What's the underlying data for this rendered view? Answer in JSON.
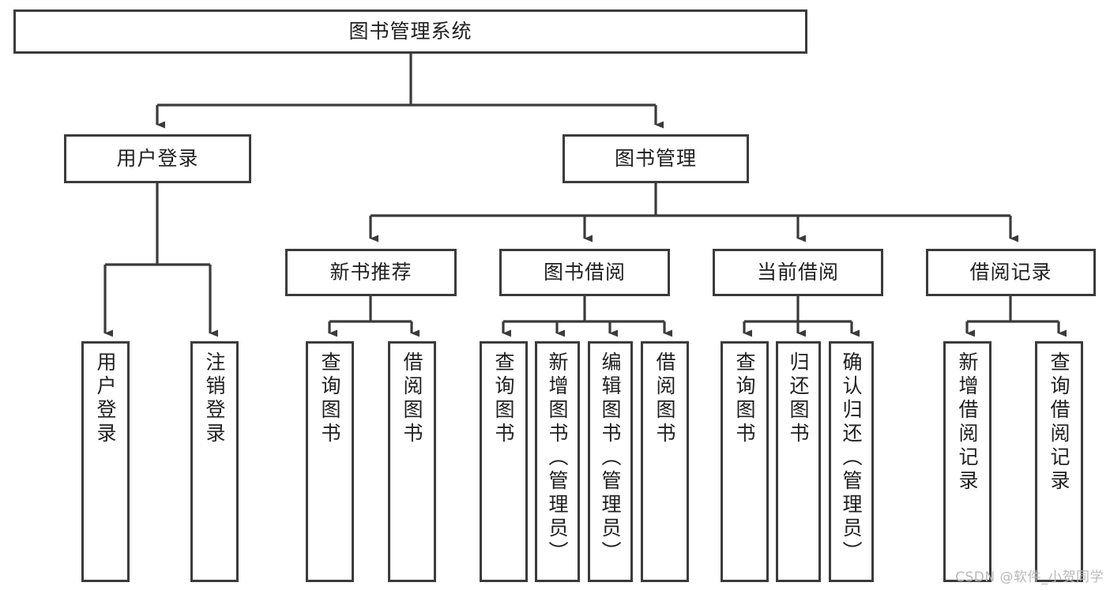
{
  "diagram": {
    "title": "图书管理系统",
    "watermark": "CSDN @软件_小贺同学",
    "line_color": "#3b3b3b",
    "box_fill": "#ffffff",
    "text_color": "#1f1f1f",
    "watermark_color": "#b9b9b9"
  },
  "nodes": {
    "root": {
      "label": "图书管理系统"
    },
    "level2": [
      {
        "id": "user-login",
        "label": "用户登录"
      },
      {
        "id": "book-manage",
        "label": "图书管理"
      }
    ],
    "level3": [
      {
        "id": "new-book-recommend",
        "label": "新书推荐"
      },
      {
        "id": "book-borrow",
        "label": "图书借阅"
      },
      {
        "id": "current-borrow",
        "label": "当前借阅"
      },
      {
        "id": "borrow-record",
        "label": "借阅记录"
      }
    ],
    "leaves": {
      "user_login": [
        {
          "id": "leaf-user-login",
          "label": "用户登录"
        },
        {
          "id": "leaf-logout",
          "label": "注销登录"
        }
      ],
      "new_book_recommend": [
        {
          "id": "leaf-query-book-1",
          "label": "查询图书"
        },
        {
          "id": "leaf-borrow-book-1",
          "label": "借阅图书"
        }
      ],
      "book_borrow": [
        {
          "id": "leaf-query-book-2",
          "label": "查询图书"
        },
        {
          "id": "leaf-add-book",
          "label": "新增图书（管理员）"
        },
        {
          "id": "leaf-edit-book",
          "label": "编辑图书（管理员）"
        },
        {
          "id": "leaf-borrow-book-2",
          "label": "借阅图书"
        }
      ],
      "current_borrow": [
        {
          "id": "leaf-query-book-3",
          "label": "查询图书"
        },
        {
          "id": "leaf-return-book",
          "label": "归还图书"
        },
        {
          "id": "leaf-confirm-return",
          "label": "确认归还（管理员）"
        }
      ],
      "borrow_record": [
        {
          "id": "leaf-add-record",
          "label": "新增借阅记录"
        },
        {
          "id": "leaf-query-record",
          "label": "查询借阅记录"
        }
      ]
    }
  },
  "chart_data": {
    "type": "tree",
    "title": "图书管理系统",
    "root": "图书管理系统",
    "edges": [
      [
        "图书管理系统",
        "用户登录"
      ],
      [
        "图书管理系统",
        "图书管理"
      ],
      [
        "用户登录",
        "用户登录"
      ],
      [
        "用户登录",
        "注销登录"
      ],
      [
        "图书管理",
        "新书推荐"
      ],
      [
        "图书管理",
        "图书借阅"
      ],
      [
        "图书管理",
        "当前借阅"
      ],
      [
        "图书管理",
        "借阅记录"
      ],
      [
        "新书推荐",
        "查询图书"
      ],
      [
        "新书推荐",
        "借阅图书"
      ],
      [
        "图书借阅",
        "查询图书"
      ],
      [
        "图书借阅",
        "新增图书（管理员）"
      ],
      [
        "图书借阅",
        "编辑图书（管理员）"
      ],
      [
        "图书借阅",
        "借阅图书"
      ],
      [
        "当前借阅",
        "查询图书"
      ],
      [
        "当前借阅",
        "归还图书"
      ],
      [
        "当前借阅",
        "确认归还（管理员）"
      ],
      [
        "借阅记录",
        "新增借阅记录"
      ],
      [
        "借阅记录",
        "查询借阅记录"
      ]
    ],
    "levels": 4
  }
}
